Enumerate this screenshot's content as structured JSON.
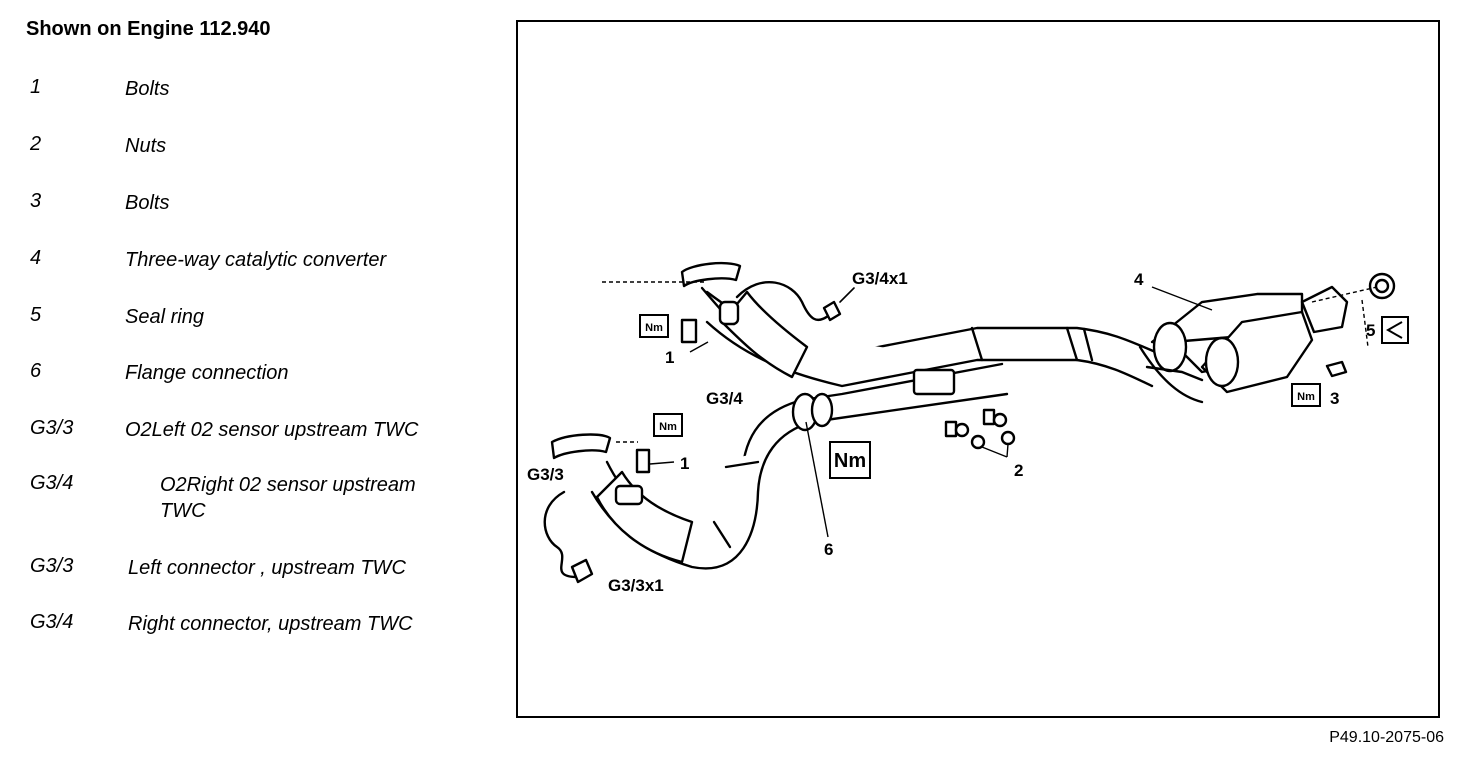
{
  "heading": "Shown on Engine 112.940",
  "legend": [
    {
      "key": "1",
      "desc": "Bolts"
    },
    {
      "key": "2",
      "desc": "Nuts"
    },
    {
      "key": "3",
      "desc": "Bolts"
    },
    {
      "key": "4",
      "desc": "Three-way catalytic converter"
    },
    {
      "key": "5",
      "desc": "Seal ring"
    },
    {
      "key": "6",
      "desc": "Flange connection"
    },
    {
      "key": "G3/3",
      "desc": "O2Left 02 sensor upstream TWC"
    },
    {
      "key": "G3/4",
      "desc": "O2Right 02 sensor upstream TWC"
    },
    {
      "key": "G3/3",
      "desc": "Left connector , upstream TWC"
    },
    {
      "key": "G3/4",
      "desc": "Right connector, upstream TWC"
    }
  ],
  "diagram": {
    "labels": {
      "g3_4x1": "G3/4x1",
      "g3_4": "G3/4",
      "g3_3": "G3/3",
      "g3_3x1": "G3/3x1",
      "part_1a": "1",
      "part_1b": "1",
      "part_2": "2",
      "part_3": "3",
      "part_4": "4",
      "part_5": "5",
      "part_6": "6",
      "torque_small_1": "Nm",
      "torque_small_2": "Nm",
      "torque_large": "Nm",
      "torque_small_3": "Nm"
    }
  },
  "figure_id": "P49.10-2075-06"
}
